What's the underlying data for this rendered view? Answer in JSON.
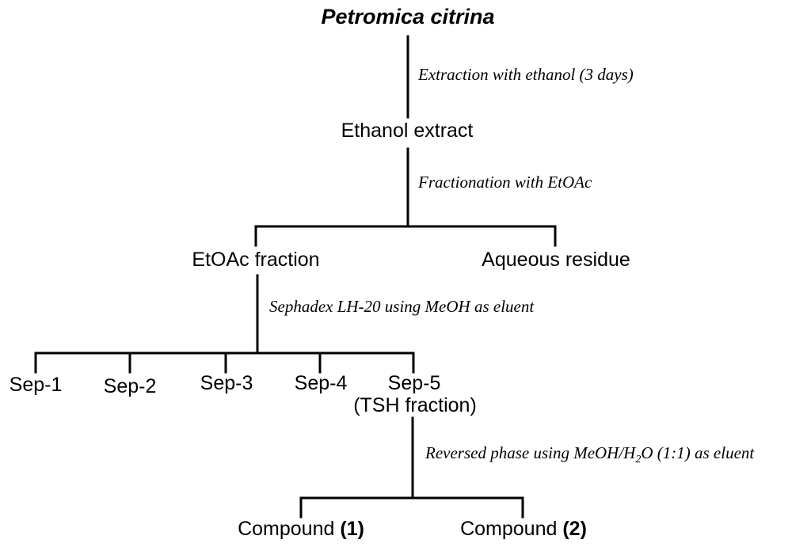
{
  "title": "Petromica citrina",
  "steps": {
    "extraction": "Extraction with ethanol (3 days)",
    "fractionation": "Fractionation with EtOAc",
    "sephadex": "Sephadex LH-20 using MeOH as eluent",
    "reversed_pre": "Reversed phase using MeOH/H",
    "reversed_sub": "2",
    "reversed_post": "O (1:1) as eluent"
  },
  "nodes": {
    "ethanol_extract": "Ethanol extract",
    "etoac_fraction": "EtOAc fraction",
    "aqueous_residue": "Aqueous residue",
    "sep1": "Sep-1",
    "sep2": "Sep-2",
    "sep3": "Sep-3",
    "sep4": "Sep-4",
    "sep5": "Sep-5",
    "sep5_note": "(TSH fraction)",
    "compound1_label": "Compound",
    "compound1_num": "(1)",
    "compound2_label": "Compound",
    "compound2_num": "(2)"
  }
}
